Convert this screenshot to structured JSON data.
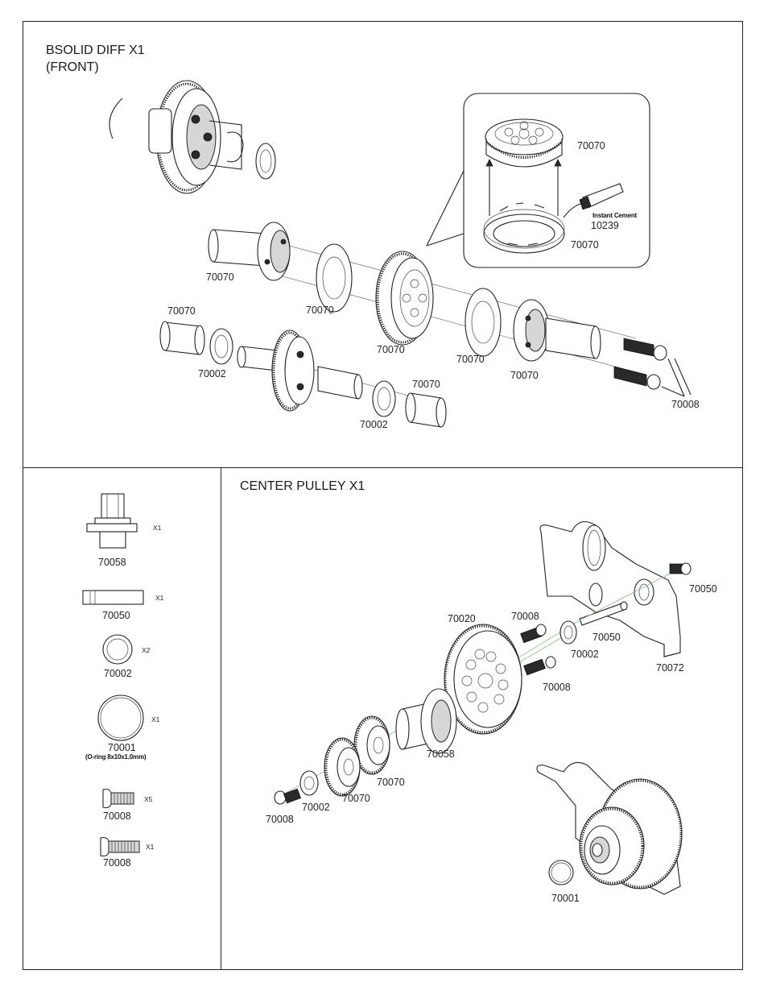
{
  "top_section": {
    "title_line1": "BSOLID DIFF   X1",
    "title_line2": "(FRONT)",
    "inset": {
      "part_top": "70070",
      "cement_label": "Instant Cement",
      "cement_part": "10239",
      "part_bottom": "70070"
    },
    "labels": {
      "outdrive_left": "70070",
      "shim_left": "70070",
      "pulley": "70070",
      "shim_right": "70070",
      "case_right": "70070",
      "sleeve_left": "70070",
      "bearing_left": "70002",
      "bearing_right": "70002",
      "sleeve_right": "70070",
      "screws": "70008"
    }
  },
  "parts_list": {
    "items": [
      {
        "part": "70058",
        "qty": "X1",
        "note": ""
      },
      {
        "part": "70050",
        "qty": "X1",
        "note": ""
      },
      {
        "part": "70002",
        "qty": "X2",
        "note": ""
      },
      {
        "part": "70001",
        "qty": "X1",
        "note": "(O-ring 8x10x1.0mm)"
      },
      {
        "part": "70008",
        "qty": "X5",
        "note": ""
      },
      {
        "part": "70008",
        "qty": "X1",
        "note": ""
      }
    ]
  },
  "bottom_section": {
    "title": "CENTER PULLEY   X1",
    "labels": {
      "screw_top_right": "70050",
      "gear": "70020",
      "screw_upper": "70008",
      "shaft": "70050",
      "bearing_upper": "70002",
      "plate": "70072",
      "screw_mid": "70008",
      "hub": "70058",
      "pulley_small": "70070",
      "pulley_flange": "70070",
      "bearing_lower": "70002",
      "screw_lower": "70008",
      "oring": "70001"
    }
  }
}
